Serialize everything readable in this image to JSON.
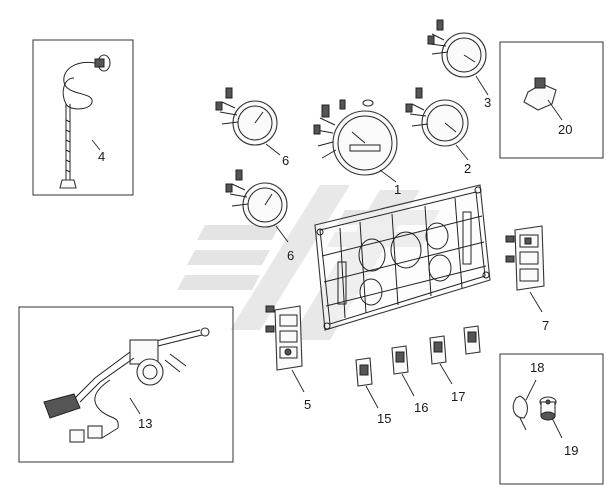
{
  "callouts": {
    "c1": "1",
    "c2": "2",
    "c3": "3",
    "c4": "4",
    "c5": "5",
    "c6a": "6",
    "c6b": "6",
    "c7": "7",
    "c13": "13",
    "c15": "15",
    "c16": "16",
    "c17": "17",
    "c18": "18",
    "c19": "19",
    "c20": "20"
  },
  "colors": {
    "watermark": "#d8d8d8",
    "line": "#222222"
  }
}
